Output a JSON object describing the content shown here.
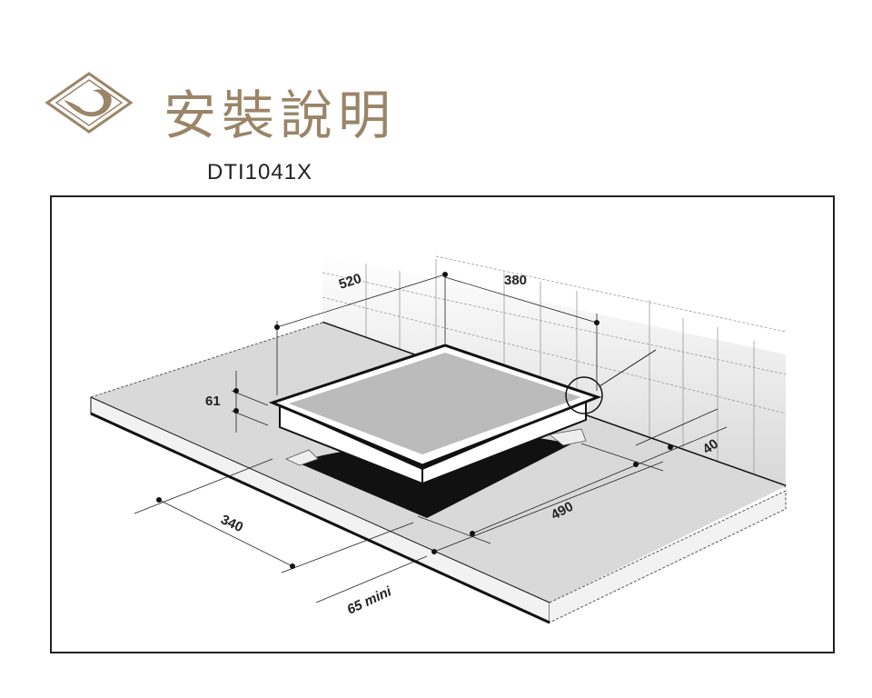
{
  "header": {
    "title": "安裝說明",
    "model": "DTI1041X",
    "logo_icon": "brand-horn-diamond-logo",
    "accent_color": "#9b8567"
  },
  "diagram": {
    "dimensions": {
      "depth": "520",
      "hob_depth": "380",
      "height": "61",
      "back_gap": "40",
      "cutout_width": "490",
      "cutout_depth": "340",
      "front_min": "65 mini"
    }
  }
}
